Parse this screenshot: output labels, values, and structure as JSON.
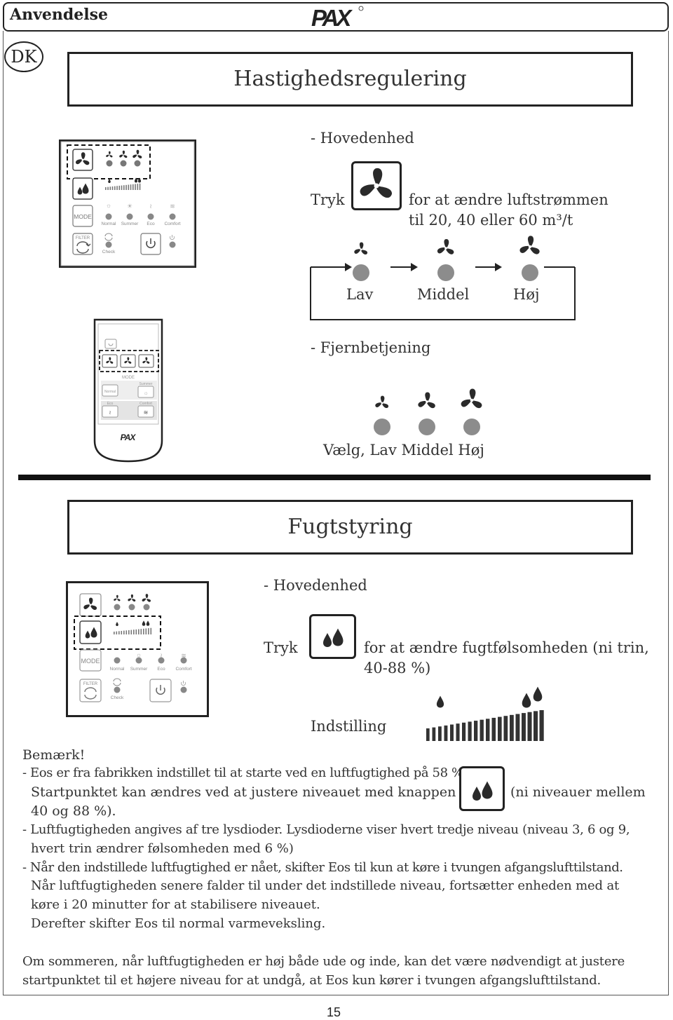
{
  "header": {
    "section": "Anvendelse",
    "brand": "PAX"
  },
  "language_badge": "DK",
  "speed": {
    "title": "Hastighedsregulering",
    "main_unit_heading": "- Hovedenhed",
    "press_label": "Tryk",
    "press_desc_line1": "for at ændre luftstrømmen",
    "press_desc_line2": "til 20, 40 eller 60 m³/t",
    "levels": [
      "Lav",
      "Middel",
      "Høj"
    ],
    "remote_heading": "- Fjernbetjening",
    "remote_levels_caption": "Vælg, Lav Middel Høj"
  },
  "panel": {
    "mode": "MODE",
    "modes": [
      "Normal",
      "Summer",
      "Eco",
      "Comfort"
    ],
    "filter": "FILTER",
    "check": "Check"
  },
  "remote": {
    "mode": "MODE",
    "normal": "Normal",
    "summer": "Summer",
    "eco": "Eco",
    "comfort": "Comfort",
    "brand": "PAX"
  },
  "humidity": {
    "title": "Fugtstyring",
    "main_unit_heading": "- Hovedenhed",
    "press_label": "Tryk",
    "press_desc_line1": "for at ændre fugtfølsomheden (ni trin,",
    "press_desc_line2": "40-88 %)",
    "setting_label": "Indstilling",
    "setting_steps": 20
  },
  "note": {
    "heading": "Bemærk!",
    "line1": "- Eos er fra fabrikken indstillet til at starte ved en luftfugtighed på 58 %.",
    "line2": "Startpunktet kan ændres ved at justere niveauet med knappen",
    "line2_right": "(ni niveauer mellem",
    "line3": "40 og 88 %).",
    "line4": "- Luftfugtigheden angives af tre lysdioder. Lysdioderne viser hvert tredje niveau (niveau 3, 6 og 9,",
    "line5": "hvert trin ændrer følsomheden med 6 %)",
    "line6": "- Når den indstillede luftfugtighed er nået, skifter Eos til kun at køre i tvungen afgangslufttilstand.",
    "line7": "Når luftfugtigheden senere falder til under det indstillede niveau, fortsætter enheden med at",
    "line8": "køre i 20 minutter for at stabilisere niveauet.",
    "line9": "Derefter skifter Eos til normal varmeveksling."
  },
  "summer_note": {
    "line1": "Om sommeren, når luftfugtigheden er høj både ude og inde, kan det være nødvendigt at justere",
    "line2": "startpunktet til et højere niveau for at undgå, at Eos kun kører i tvungen afgangslufttilstand."
  },
  "page_number": "15"
}
